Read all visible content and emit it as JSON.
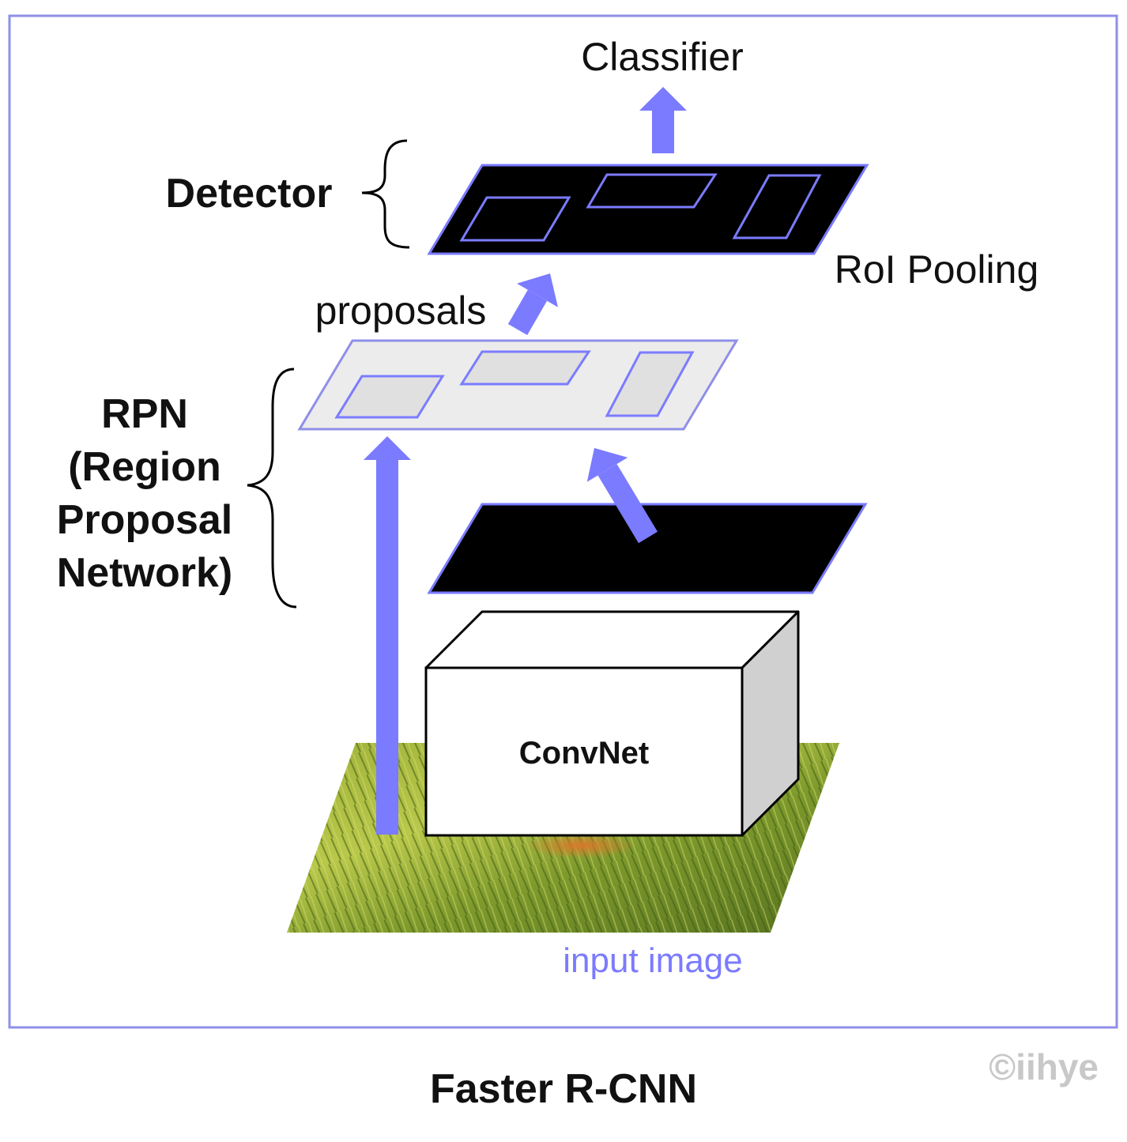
{
  "labels": {
    "classifier": "Classifier",
    "detector": "Detector",
    "roi_pooling": "RoI Pooling",
    "proposals": "proposals",
    "rpn_lines": [
      "RPN",
      "(Region",
      "Proposal",
      "Network)"
    ],
    "convnet": "ConvNet",
    "input_image": "input image",
    "caption": "Faster R-CNN",
    "watermark": "©iihye"
  },
  "colors": {
    "accent": "#7b7bff",
    "frame": "#8f8fe8",
    "feature_map": "#000000",
    "rpn_plane": "#ececec",
    "rpn_box": "#e0e0e0",
    "box_side": "#d0d0d0",
    "grass_light": "#b9c84a",
    "grass_dark": "#4f6a1c"
  }
}
